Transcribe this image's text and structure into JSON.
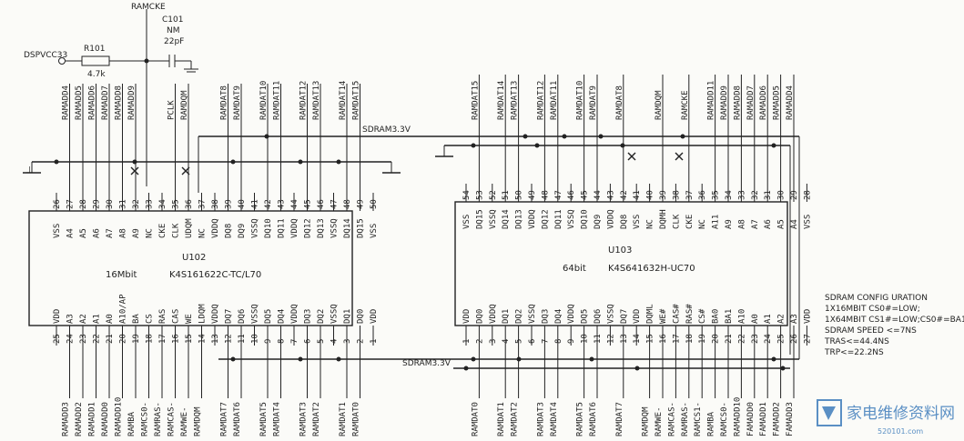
{
  "top": {
    "ramcke": "RAMCKE",
    "c101_name": "C101",
    "c101_nm": "NM",
    "c101_val": "22pF",
    "dspvcc": "DSPVCC33",
    "r101_name": "R101",
    "r101_val": "4.7k",
    "sdram_top": "SDRAM3.3V",
    "sdram_bottom": "SDRAM3.3V",
    "gnd_mark": "⊥"
  },
  "u102": {
    "name": "U102",
    "size": "16Mbit",
    "part": "K4S161622C-TC/L70",
    "top_pins": [
      "26",
      "27",
      "28",
      "29",
      "30",
      "31",
      "32",
      "33",
      "34",
      "35",
      "36",
      "37",
      "38",
      "39",
      "40",
      "41",
      "42",
      "43",
      "44",
      "45",
      "46",
      "47",
      "48",
      "49",
      "50"
    ],
    "top_sigs": [
      "VSS",
      "A4",
      "A5",
      "A6",
      "A7",
      "A8",
      "A9",
      "NC",
      "CKE",
      "CLK",
      "UDQM",
      "NC",
      "VDDQ",
      "DQ8",
      "DQ9",
      "VSSQ",
      "DQ10",
      "DQ11",
      "VDDQ",
      "DQ12",
      "DQ13",
      "VSSQ",
      "DQ14",
      "DQ15",
      "VSS"
    ],
    "top_nets": [
      "",
      "RAMADD4",
      "RAMADD5",
      "RAMADD6",
      "RAMADD7",
      "RAMADD8",
      "RAMADD9",
      "",
      "",
      "PCLK",
      "RAMDQM",
      "",
      "",
      "RAMDAT8",
      "RAMDAT9",
      "",
      "RAMDAT10",
      "RAMDAT11",
      "",
      "RAMDAT12",
      "RAMDAT13",
      "",
      "RAMDAT14",
      "RAMDAT15",
      ""
    ],
    "bot_pins": [
      "25",
      "24",
      "23",
      "22",
      "21",
      "20",
      "19",
      "18",
      "17",
      "16",
      "15",
      "14",
      "13",
      "12",
      "11",
      "10",
      "9",
      "8",
      "7",
      "6",
      "5",
      "4",
      "3",
      "2",
      "1"
    ],
    "bot_sigs": [
      "VDD",
      "A3",
      "A2",
      "A1",
      "A0",
      "A10/AP",
      "BA",
      "CS",
      "RAS",
      "CAS",
      "WE",
      "LDQM",
      "VDDQ",
      "DQ7",
      "DQ6",
      "VSSQ",
      "DQ5",
      "DQ4",
      "VDDQ",
      "DQ3",
      "DQ2",
      "VSSQ",
      "DQ1",
      "DQ0",
      "VDD"
    ],
    "bot_nets": [
      "",
      "RAMADD3",
      "RAMADD2",
      "RAMADD1",
      "RAMADD0",
      "RAMADD10",
      "RAMBA",
      "RAMCS0-",
      "RAMRAS-",
      "RAMCAS-",
      "RAMWE-",
      "RAMDQM",
      "",
      "RAMDAT7",
      "RAMDAT6",
      "",
      "RAMDAT5",
      "RAMDAT4",
      "",
      "RAMDAT3",
      "RAMDAT2",
      "",
      "RAMDAT1",
      "RAMDAT0",
      ""
    ]
  },
  "u103": {
    "name": "U103",
    "size": "64bit",
    "part": "K4S641632H-UC70",
    "top_pins": [
      "54",
      "53",
      "52",
      "51",
      "50",
      "49",
      "48",
      "47",
      "46",
      "45",
      "44",
      "43",
      "42",
      "41",
      "40",
      "39",
      "38",
      "37",
      "36",
      "35",
      "34",
      "33",
      "32",
      "31",
      "30",
      "29",
      "28"
    ],
    "top_sigs": [
      "VSS",
      "DQ15",
      "VSSQ",
      "DQ14",
      "DQ13",
      "VDDQ",
      "DQ12",
      "DQ11",
      "VSSQ",
      "DQ10",
      "DQ9",
      "VDDQ",
      "DQ8",
      "VSS",
      "NC",
      "DQMH",
      "CLK",
      "CKE",
      "NC",
      "A11",
      "A9",
      "A8",
      "A7",
      "A6",
      "A5",
      "A4",
      "VSS"
    ],
    "top_nets": [
      "",
      "RAMDAT15",
      "",
      "RAMDAT14",
      "RAMDAT13",
      "",
      "RAMDAT12",
      "RAMDAT11",
      "",
      "RAMDAT10",
      "RAMDAT9",
      "",
      "RAMDAT8",
      "",
      "",
      "RAMDQM",
      "",
      "RAMCKE",
      "",
      "RAMADD11",
      "RAMADD9",
      "RAMADD8",
      "RAMADD7",
      "RAMADD6",
      "RAMADD5",
      "RAMADD4",
      ""
    ],
    "bot_pins": [
      "1",
      "2",
      "3",
      "4",
      "5",
      "6",
      "7",
      "8",
      "9",
      "10",
      "11",
      "12",
      "13",
      "14",
      "15",
      "16",
      "17",
      "18",
      "19",
      "20",
      "21",
      "22",
      "23",
      "24",
      "25",
      "26",
      "27"
    ],
    "bot_sigs": [
      "VDD",
      "DQ0",
      "VDDQ",
      "DQ1",
      "DQ2",
      "VSSQ",
      "DQ3",
      "DQ4",
      "VDDQ",
      "DQ5",
      "DQ6",
      "VSSQ",
      "DQ7",
      "VDD",
      "DQML",
      "WE#",
      "CAS#",
      "RAS#",
      "CS#",
      "BA0",
      "BA1",
      "A10",
      "A0",
      "A1",
      "A2",
      "A3",
      "VDD"
    ],
    "bot_nets": [
      "",
      "RAMDAT0",
      "",
      "RAMDAT1",
      "RAMDAT2",
      "",
      "RAMDAT3",
      "RAMDAT4",
      "",
      "RAMDAT5",
      "RAMDAT6",
      "",
      "RAMDAT7",
      "",
      "RAMDQM",
      "RAMWE-",
      "RAMCAS-",
      "RAMRAS-",
      "RAMCS1-",
      "RAMBA",
      "RAMCS0-",
      "RAMADD10",
      "FAMADD0",
      "FAMADD1",
      "FAMADD2",
      "FAMADD3",
      ""
    ]
  },
  "notes": [
    "SDRAM CONFIG URATION",
    "1X16MBIT CS0#=LOW;",
    "1X64MBIT CS1#=LOW;CS0#=BA1",
    "SDRAM SPEED <=7NS",
    "TRAS<=44.4NS",
    "TRP<=22.2NS"
  ],
  "watermark": {
    "text": "家电维修资料网",
    "url": "520101.com"
  }
}
